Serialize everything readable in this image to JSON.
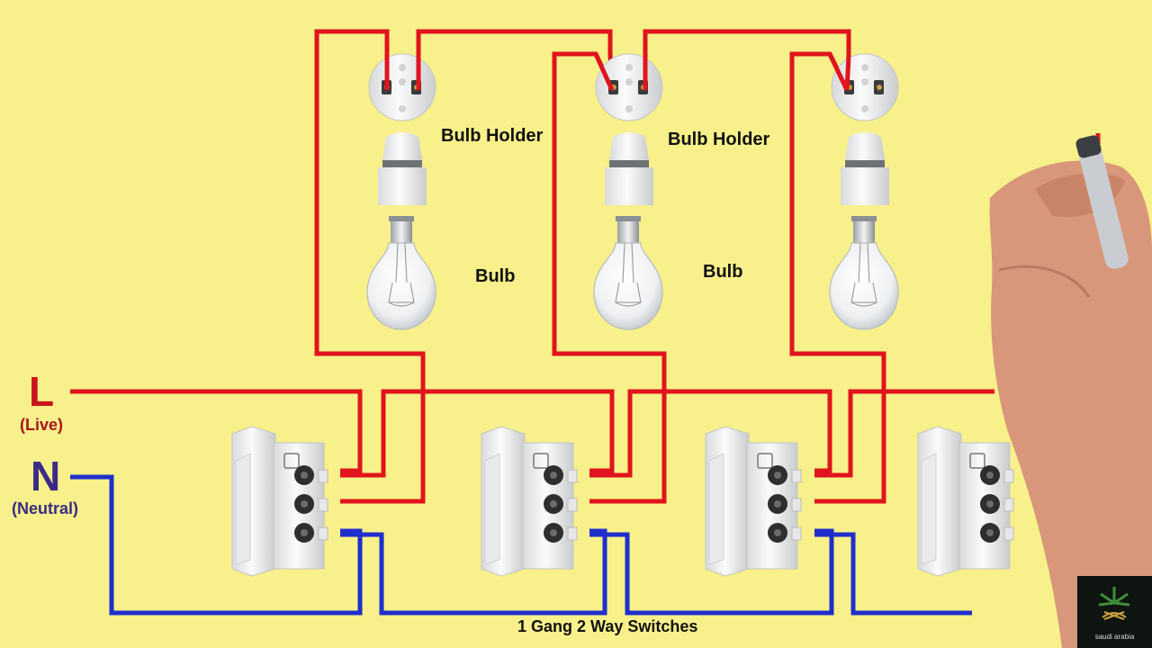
{
  "labels": {
    "live_letter": "L",
    "live_text": "(Live)",
    "neutral_letter": "N",
    "neutral_text": "(Neutral)",
    "holder_1": "Bulb Holder",
    "holder_2": "Bulb Holder",
    "bulb_1": "Bulb",
    "bulb_2": "Bulb",
    "caption": "1 Gang 2 Way Switches"
  },
  "logo": {
    "text": "saudi arabia"
  },
  "colors": {
    "background": "#f8f08a",
    "live_wire": "#e0141c",
    "neutral_wire": "#1e2fcc",
    "live_label": "#c8141c",
    "neutral_label": "#3a2c86"
  }
}
